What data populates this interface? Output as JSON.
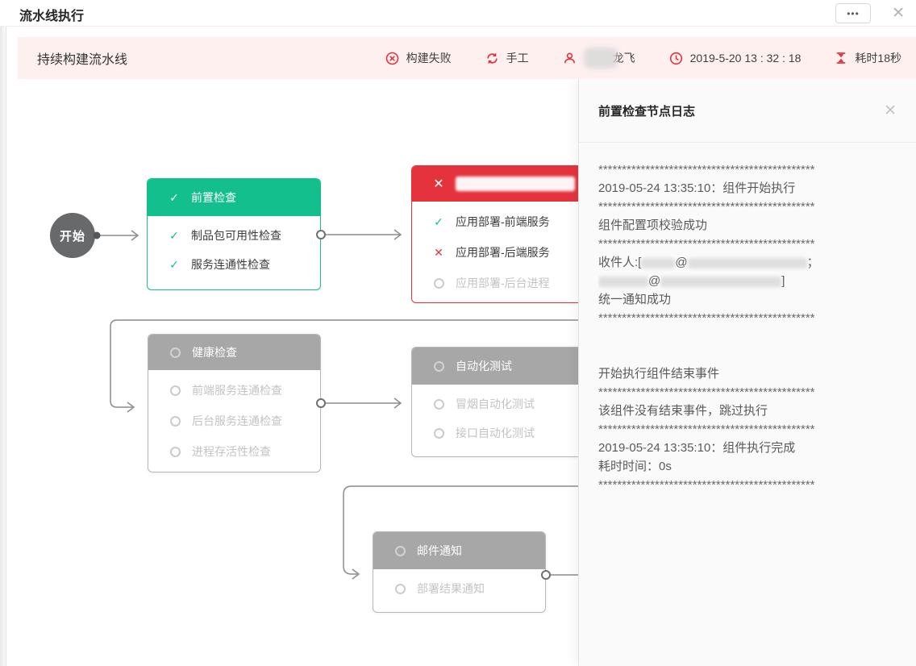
{
  "window": {
    "title": "流水线执行",
    "more": "•••",
    "close": "✕"
  },
  "summary": {
    "pipeline_name": "持续构建流水线",
    "status_label": "构建失败",
    "trigger_label": "手工",
    "user_visible": "龙飞",
    "time": "2019-5-20 13 : 32 : 18",
    "duration": "耗时18秒"
  },
  "icons": {
    "build_fail": "circle-x-icon",
    "trigger": "sync-icon",
    "user": "user-icon",
    "time": "clock-icon",
    "duration": "hourglass-icon",
    "success": "check-icon",
    "failed": "x-icon",
    "pending": "circle-icon"
  },
  "colors": {
    "green": "#13bf8c",
    "red": "#e5333e",
    "gray_header": "#a7a7a7",
    "pink_bar": "#fdf0ef",
    "line": "#8c8c8c",
    "panel_bg": "#fafafa"
  },
  "diagram": {
    "start": "开始",
    "nodes": [
      {
        "title": "前置检查",
        "status": "success",
        "items": [
          {
            "label": "制品包可用性检查",
            "status": "success"
          },
          {
            "label": "服务连通性检查",
            "status": "success"
          }
        ]
      },
      {
        "title": "",
        "title_blurred": true,
        "status": "failed",
        "items": [
          {
            "label": "应用部署-前端服务",
            "status": "success"
          },
          {
            "label": "应用部署-后端服务",
            "status": "failed"
          },
          {
            "label": "应用部署-后台进程",
            "status": "pending"
          }
        ]
      },
      {
        "title": "健康检查",
        "status": "pending",
        "items": [
          {
            "label": "前端服务连通检查",
            "status": "pending"
          },
          {
            "label": "后台服务连通检查",
            "status": "pending"
          },
          {
            "label": "进程存活性检查",
            "status": "pending"
          }
        ]
      },
      {
        "title": "自动化测试",
        "status": "pending",
        "items": [
          {
            "label": "冒烟自动化测试",
            "status": "pending"
          },
          {
            "label": "接口自动化测试",
            "status": "pending"
          }
        ]
      },
      {
        "title": "邮件通知",
        "status": "pending",
        "items": [
          {
            "label": "部署结果通知",
            "status": "pending"
          }
        ]
      }
    ]
  },
  "panel": {
    "title": "前置检查节点日志",
    "close": "✕",
    "sep": "**********************************************",
    "l_start": "2019-05-24 13:35:10：组件开始执行",
    "l_cfg": "组件配置项校验成功",
    "l_recipient_prefix": "收件人:[",
    "l_at1": "@",
    "l_semi": "；",
    "l_at2": "@",
    "l_bracket": "]",
    "l_notify": "统一通知成功",
    "l_endevt": "开始执行组件结束事件",
    "l_noend": "该组件没有结束事件，跳过执行",
    "l_done": "2019-05-24 13:35:10：组件执行完成",
    "l_cost": "耗时时间：0s"
  }
}
